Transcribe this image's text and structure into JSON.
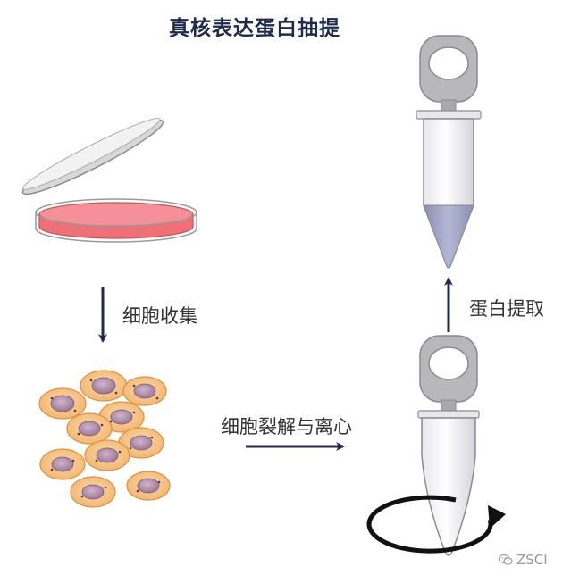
{
  "title": "真核表达蛋白抽提",
  "steps": [
    {
      "label": "细胞收集"
    },
    {
      "label": "细胞裂解与离心"
    },
    {
      "label": "蛋白提取"
    }
  ],
  "watermark": "ZSCI",
  "colors": {
    "title": "#1f2a4d",
    "arrow": "#1f2a4d",
    "medium": "#f0707a",
    "cell_fill": "#f6c48a",
    "cell_border": "#e89a4a",
    "nucleus": "#b08aa8",
    "protein_liquid": "#9aa0c0"
  },
  "icons": [
    "petri-dish-icon",
    "cell-cluster-icon",
    "centrifuge-tube-icon",
    "rotation-arrow-icon",
    "spin-column-icon",
    "wechat-icon"
  ]
}
